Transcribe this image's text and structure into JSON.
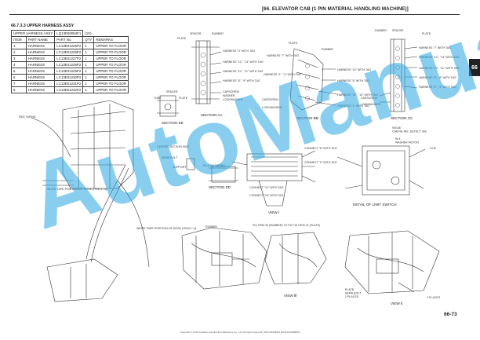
{
  "header": {
    "title": "[66.  ELEVATOR CAB (1 PIN MATERIAL HANDLING MACHINE)]"
  },
  "section_title": "66.7.3.3  UPPER HARNESS ASSY",
  "parts_table": {
    "assy_label": "UPPER HARNESS ASSY",
    "assy_part_no": "LQ13E00054F1",
    "assy_qty": "(1X)",
    "columns": [
      "ITEM",
      "PART NAME",
      "PART No.",
      "QTY",
      "REMARKS"
    ],
    "rows": [
      [
        "1",
        "HARNESS",
        "LC13E01225P2",
        "1",
        "UPPER TO FLOOR"
      ],
      [
        "2",
        "HARNESS",
        "LC13E01226P2",
        "1",
        "UPPER TO FLOOR"
      ],
      [
        "3",
        "HARNESS",
        "LC13E01227P2",
        "1",
        "UPPER TO FLOOR"
      ],
      [
        "4",
        "HARNESS",
        "LC13E01228P2",
        "1",
        "UPPER TO FLOOR"
      ],
      [
        "5",
        "HARNESS",
        "LC13E01229P2",
        "1",
        "UPPER TO FLOOR"
      ],
      [
        "6",
        "HARNESS",
        "LC13E01230P2",
        "1",
        "UPPER TO FLOOR"
      ],
      [
        "7",
        "HARNESS",
        "LC13E01231P2",
        "1",
        "UPPER TO FLOOR"
      ],
      [
        "8",
        "HARNESS",
        "LC13E01232P2",
        "1",
        "UPPER TO FLOOR"
      ]
    ]
  },
  "section_captions": {
    "ee": "SECTION EE",
    "aa": "SECTION AA",
    "bb": "SECTION BB",
    "cc": "SECTION CC",
    "dd": "SECTION DD",
    "view1": "VIEW Ⅰ",
    "view2": "VIEW Ⅱ",
    "view3": "VIEW Ⅲ",
    "limit": "DETAIL OF LIMIT SWITCH"
  },
  "labels": {
    "plate": "PLATE",
    "spacer": "SPACER",
    "rubber": "RUBBER",
    "tube": "TUBE",
    "capscrew": "CAPSCREW",
    "washer": "WASHER",
    "lockwasher": "LOCKWASHER",
    "h3": "HARNESS \"3\" WITH TAG",
    "h8": "HARNESS \"8\" WITH TAG",
    "h1": "HARNESS \"1\" WITH TAG",
    "h14": "HARNESS \"14\" WITH TAG",
    "h12_13": "HARNESS \"12\", \"13\" WITH TAG",
    "h10_11": "HARNESS \"10\", \"11\" WITH TAG",
    "h8_9": "HARNESS \"8\", \"9\" WITH TAG",
    "h7": "HARNESS \"7\" WITH TAG",
    "h5_6": "HARNESS \"5\", \"6\" WITH TAG",
    "h1_4": "HARNESS \"1\", \"4\" WITH TAG",
    "h2_3": "HARNESS \"2\", \"3\" WITH TAG",
    "sw": "SW-86\nCAB RE-INS. DETECT SW.",
    "wash_motor": "W-4\nWASHER MOTOR",
    "clip": "CLIP",
    "red_taping": "RED TAPING",
    "center_section_side": "CENTER SECTION SIDE",
    "sems_bolt": "SEMS BOLT",
    "support": "SUPPORT",
    "yellow_taping": "YELLOW TAPING",
    "connect_8": "CONNECT \"8\" WITH TAG",
    "connect_9": "CONNECT \"9\" WITH TAG",
    "connect_12": "CONNECT \"12\" WITH TAG",
    "connect_14": "CONNECT \"14\" WITH TAG",
    "white_tape_1": "WHITE TAPE POSITION OF HOSE (ITEM 1~4)",
    "white_tape_2": "WHITE TAPE POSITION OF HOSE (ITEM 1~4)",
    "fix_item": "FIX ITEM 32 (RUBBER) TO PUT IN ITEM 31 (PLATE)",
    "plate_sems": "PLATE\nSEMS BOLT\n2 PLACES",
    "two_places": "2 PLACES"
  },
  "side_tab": "66",
  "page_number": "66-73",
  "footer": "Copyright © 2015 Kobelco Construction Machinery Co., Ltd. All rights reserved. [S5LC6619E00] [SK110J/LA8B0%]",
  "watermark": "AutoManuals"
}
